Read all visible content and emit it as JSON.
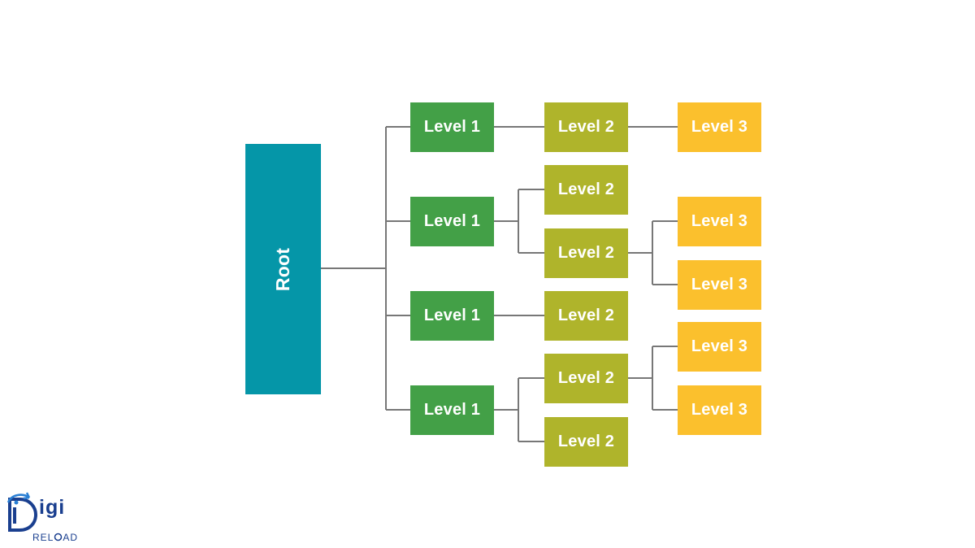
{
  "diagram": {
    "root": {
      "label": "Root"
    },
    "level1": [
      {
        "label": "Level 1"
      },
      {
        "label": "Level 1"
      },
      {
        "label": "Level 1"
      },
      {
        "label": "Level 1"
      }
    ],
    "level2": [
      {
        "label": "Level 2"
      },
      {
        "label": "Level 2"
      },
      {
        "label": "Level 2"
      },
      {
        "label": "Level 2"
      },
      {
        "label": "Level 2"
      },
      {
        "label": "Level 2"
      }
    ],
    "level3": [
      {
        "label": "Level 3"
      },
      {
        "label": "Level 3"
      },
      {
        "label": "Level 3"
      },
      {
        "label": "Level 3"
      },
      {
        "label": "Level 3"
      }
    ],
    "colors": {
      "root": "#0596a8",
      "level1": "#43a047",
      "level2": "#afb42b",
      "level3": "#fbc02d",
      "connector": "#777777"
    }
  },
  "logo": {
    "letter": "D",
    "word": "igi",
    "sub_pre": "REL",
    "sub_post": "AD"
  }
}
